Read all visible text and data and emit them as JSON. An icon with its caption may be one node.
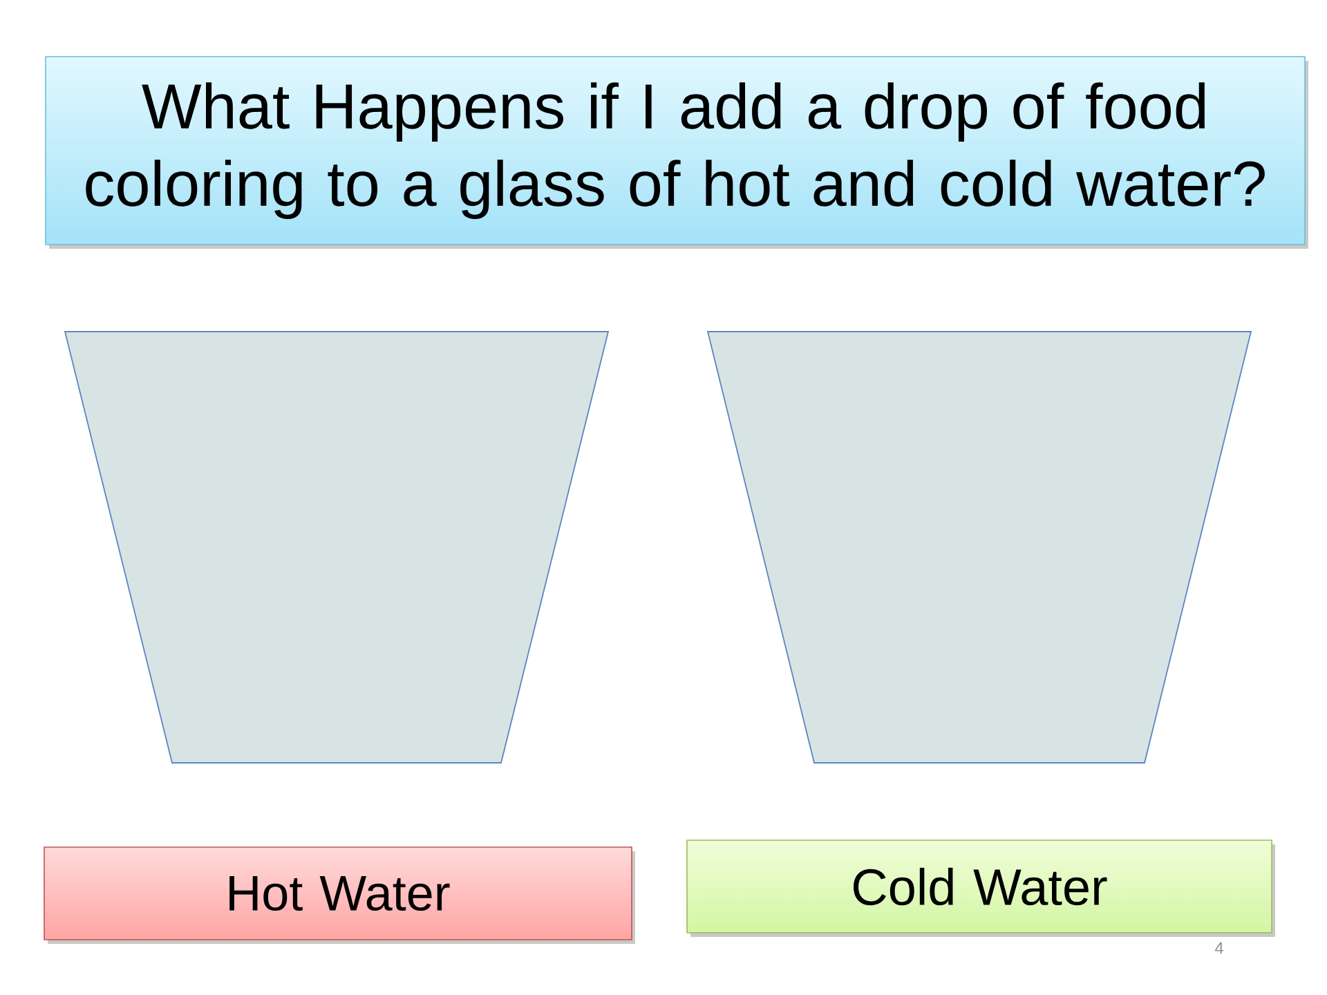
{
  "diagram": {
    "nodes": [
      {
        "text": [
          "What Happens if I add a drop of food coloring to a glass of hot and cold water?"
        ]
      },
      {
        "text": [],
        "shape": "trapezoid"
      },
      {
        "text": [],
        "shape": "trapezoid"
      },
      {
        "text": [
          "Hot Water"
        ]
      },
      {
        "text": [
          "Cold Water"
        ]
      }
    ],
    "labels": [
      "4"
    ]
  }
}
